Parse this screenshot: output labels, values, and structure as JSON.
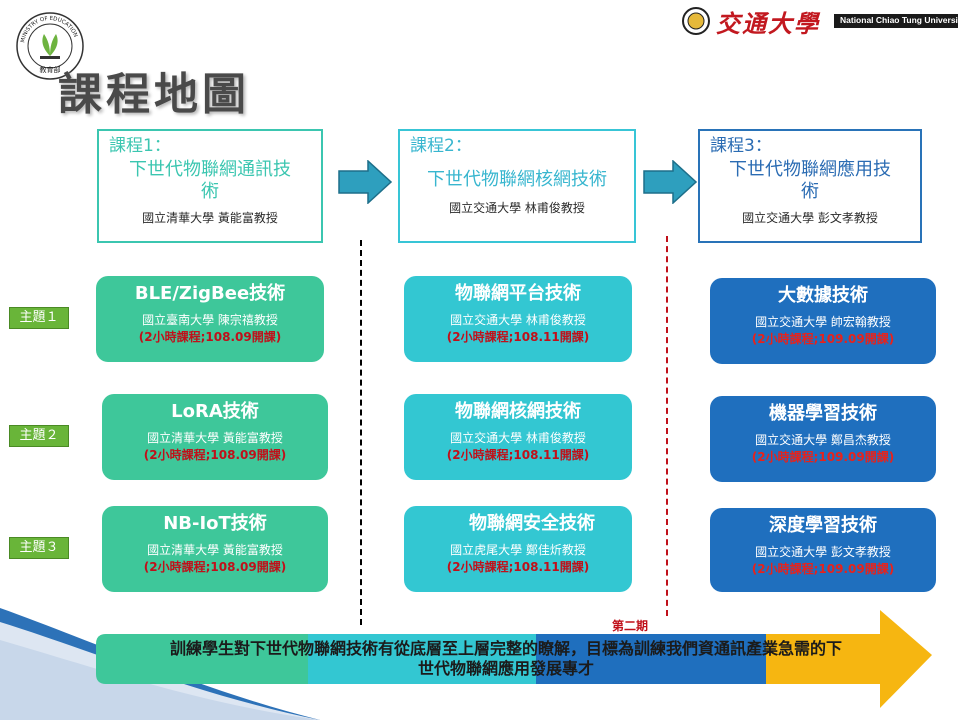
{
  "page": {
    "title": "課程地圖"
  },
  "logos": {
    "ministry_text": "MINISTRY OF EDUCATION",
    "ministry_cn": "教育部",
    "nctu_cn": "交通大學",
    "nctu_en": "National Chiao Tung University"
  },
  "courses": [
    {
      "head": "課程1：",
      "name_line1": "下世代物聯網通訊技",
      "name_line2": "術",
      "prof": "國立清華大學  黃能富教授"
    },
    {
      "head": "課程2：",
      "name_line1": "下世代物聯網核網技術",
      "name_line2": "",
      "prof": "國立交通大學  林甫俊教授"
    },
    {
      "head": "課程3：",
      "name_line1": "下世代物聯網應用技",
      "name_line2": "術",
      "prof": "國立交通大學  彭文孝教授"
    }
  ],
  "themes": [
    "主題１",
    "主題２",
    "主題３"
  ],
  "topics": {
    "col1": [
      {
        "name": "BLE/ZigBee技術",
        "prof": "國立臺南大學   陳宗禧教授",
        "sched": "(2小時課程;108.09開課)"
      },
      {
        "name": "LoRA技術",
        "prof": "國立清華大學  黃能富教授",
        "sched": "(2小時課程;108.09開課)"
      },
      {
        "name": "NB-IoT技術",
        "prof": "國立清華大學  黃能富教授",
        "sched": "(2小時課程;108.09開課)"
      }
    ],
    "col2": [
      {
        "name": "物聯網平台技術",
        "prof": "國立交通大學  林甫俊教授",
        "sched": "(2小時課程;108.11開課)"
      },
      {
        "name": "物聯網核網技術",
        "prof": "國立交通大學  林甫俊教授",
        "sched": "(2小時課程;108.11開課)"
      },
      {
        "name": "物聯網安全技術",
        "prof": "國立虎尾大學 鄭佳炘教授",
        "sched": "(2小時課程;108.11開課)"
      }
    ],
    "col3": [
      {
        "name": "大數據技術",
        "prof": "國立交通大學  帥宏翰教授",
        "sched": "(2小時課程;109.09開課)"
      },
      {
        "name": "機器學習技術",
        "prof": "國立交通大學  鄭昌杰教授",
        "sched": "(2小時課程;109.09開課)"
      },
      {
        "name": "深度學習技術",
        "prof": "國立交通大學  彭文孝教授",
        "sched": "(2小時課程;109.09開課)"
      }
    ]
  },
  "phase_label": "第二期",
  "goal": {
    "line1": "訓練學生對下世代物聯網技術有從底層至上層完整的瞭解，目標為訓練我們資通訊產業急需的下",
    "line2": "世代物聯網應用發展專才"
  },
  "colors": {
    "green": "#3ec79a",
    "cyan": "#33c7d2",
    "blue": "#1f6fbe",
    "orange": "#f6b611",
    "theme_green": "#69b539",
    "schedule_red": "#c0101a"
  }
}
